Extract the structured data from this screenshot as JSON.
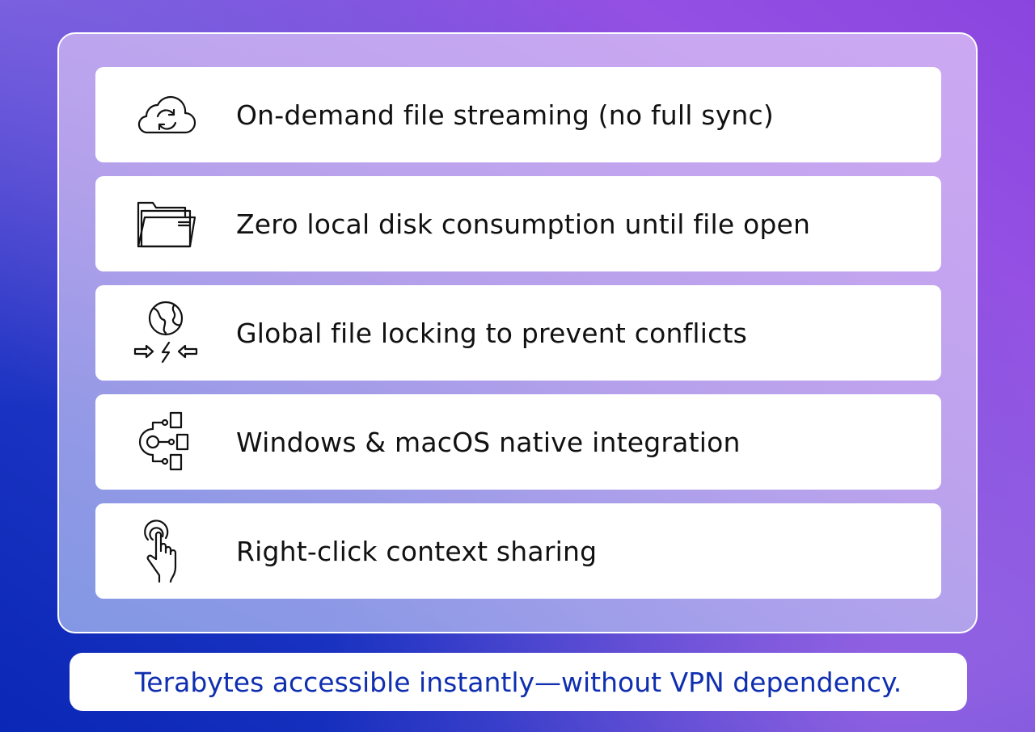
{
  "features": [
    {
      "icon": "cloud-sync-icon",
      "label": "On-demand file streaming (no full sync)"
    },
    {
      "icon": "folder-icon",
      "label": "Zero local disk consumption until file open"
    },
    {
      "icon": "globe-lock-icon",
      "label": "Global file locking to prevent conflicts"
    },
    {
      "icon": "integration-gear-icon",
      "label": "Windows & macOS native integration"
    },
    {
      "icon": "tap-hand-icon",
      "label": "Right-click context sharing"
    }
  ],
  "tagline": "Terabytes accessible instantly—without VPN dependency.",
  "colors": {
    "accent_text": "#0f2fb0",
    "background_start": "#0a27b5",
    "background_end": "#9450e3"
  }
}
